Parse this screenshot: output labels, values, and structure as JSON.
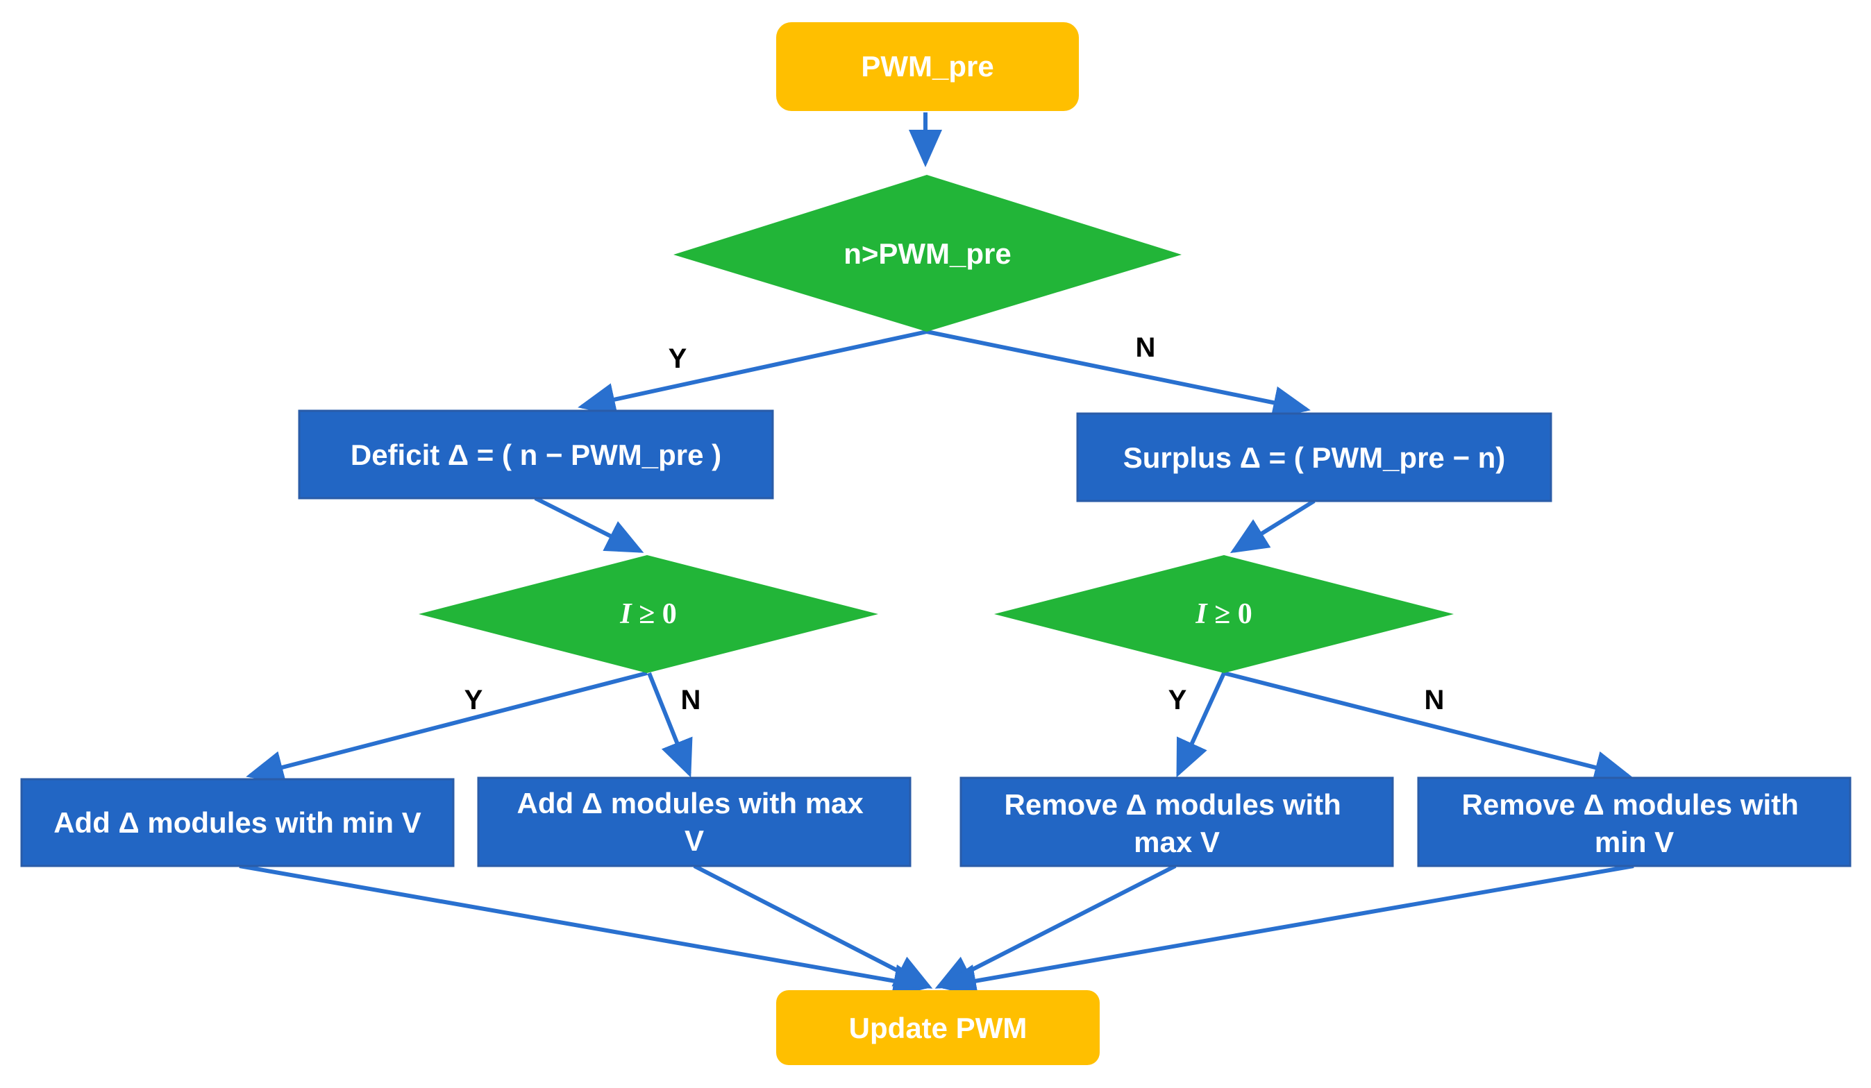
{
  "colors": {
    "terminal": "#ffbf00",
    "decision": "#22b538",
    "process": "#2266c4",
    "process_border": "#2a5ca8",
    "edge": "#2970cf",
    "text": "#ffffff",
    "label": "#000000"
  },
  "nodes": {
    "start": "PWM_pre",
    "decision_main": "n>PWM_pre",
    "deficit": "Deficit Δ = ( n − PWM_pre )",
    "surplus": "Surplus Δ = ( PWM_pre − n)",
    "decision_left": {
      "var": "I",
      "rest": " ≥ 0"
    },
    "decision_right": {
      "var": "I",
      "rest": " ≥ 0"
    },
    "add_min": "Add Δ modules with min V",
    "add_max": [
      "Add Δ modules with max",
      "V"
    ],
    "remove_max": [
      "Remove Δ modules with",
      "max V"
    ],
    "remove_min": [
      "Remove Δ modules with",
      "min V"
    ],
    "end": "Update PWM"
  },
  "edge_labels": {
    "main_yes": "Y",
    "main_no": "N",
    "left_yes": "Y",
    "left_no": "N",
    "right_yes": "Y",
    "right_no": "N"
  }
}
